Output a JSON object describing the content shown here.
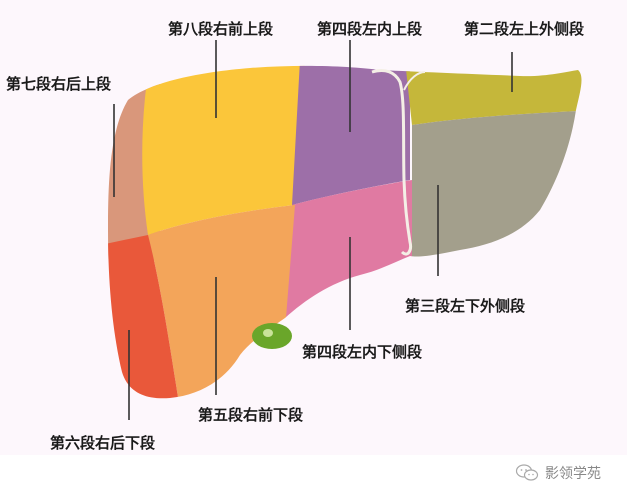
{
  "diagram": {
    "subject": "Liver Couinaud segments (anterior view)",
    "background_color": "#fdf7fc",
    "segments": [
      {
        "id": "II",
        "label": "第二段左上外侧段",
        "color": "#c5b73a"
      },
      {
        "id": "III",
        "label": "第三段左下外侧段",
        "color": "#a39f8c"
      },
      {
        "id": "IVa",
        "label": "第四段左内上段",
        "color": "#9d6fa8"
      },
      {
        "id": "IVb",
        "label": "第四段左内下侧段",
        "color": "#e07aa2"
      },
      {
        "id": "V",
        "label": "第五段右前下段",
        "color": "#f3a55a"
      },
      {
        "id": "VI",
        "label": "第六段右后下段",
        "color": "#e9583a"
      },
      {
        "id": "VII",
        "label": "第七段右后上段",
        "color": "#d9977b"
      },
      {
        "id": "VIII",
        "label": "第八段右前上段",
        "color": "#fbc63a"
      }
    ],
    "gallbladder_color": "#6aa62a",
    "ligament_color": "#f4efe6"
  },
  "labels": {
    "seg8": "第八段右前上段",
    "seg4a": "第四段左内上段",
    "seg2": "第二段左上外侧段",
    "seg7": "第七段右后上段",
    "seg3": "第三段左下外侧段",
    "seg4b": "第四段左内下侧段",
    "seg5": "第五段右前下段",
    "seg6": "第六段右后下段"
  },
  "watermark": {
    "icon": "wechat-icon",
    "text": "影领学苑"
  }
}
